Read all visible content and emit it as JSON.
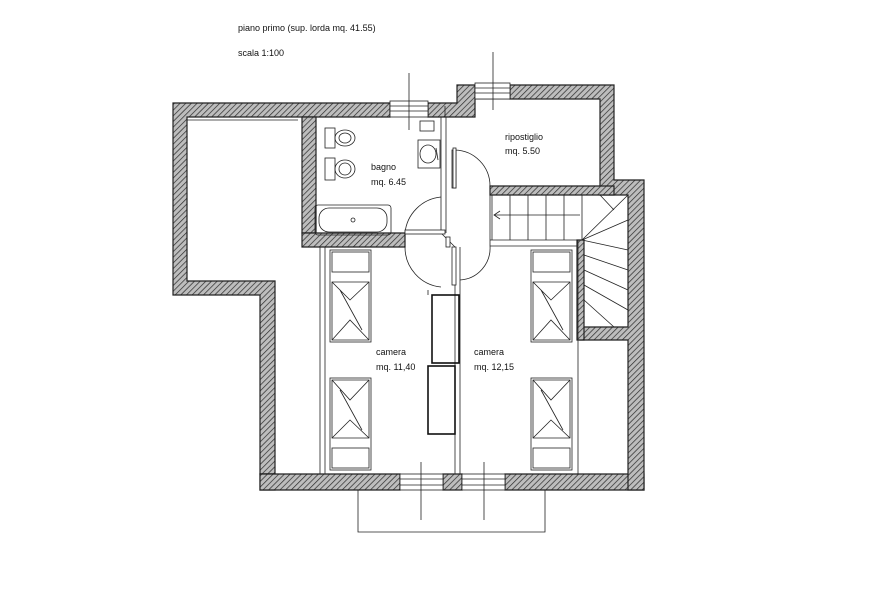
{
  "header": {
    "title": "piano primo  (sup. lorda mq. 41.55)",
    "scale": "scala 1:100"
  },
  "rooms": {
    "bagno": {
      "name": "bagno",
      "area": "mq. 6.45"
    },
    "ripostiglio": {
      "name": "ripostiglio",
      "area": "mq. 5.50"
    },
    "camera_left": {
      "name": "camera",
      "area": "mq. 11,40"
    },
    "camera_right": {
      "name": "camera",
      "area": "mq. 12,15"
    }
  }
}
